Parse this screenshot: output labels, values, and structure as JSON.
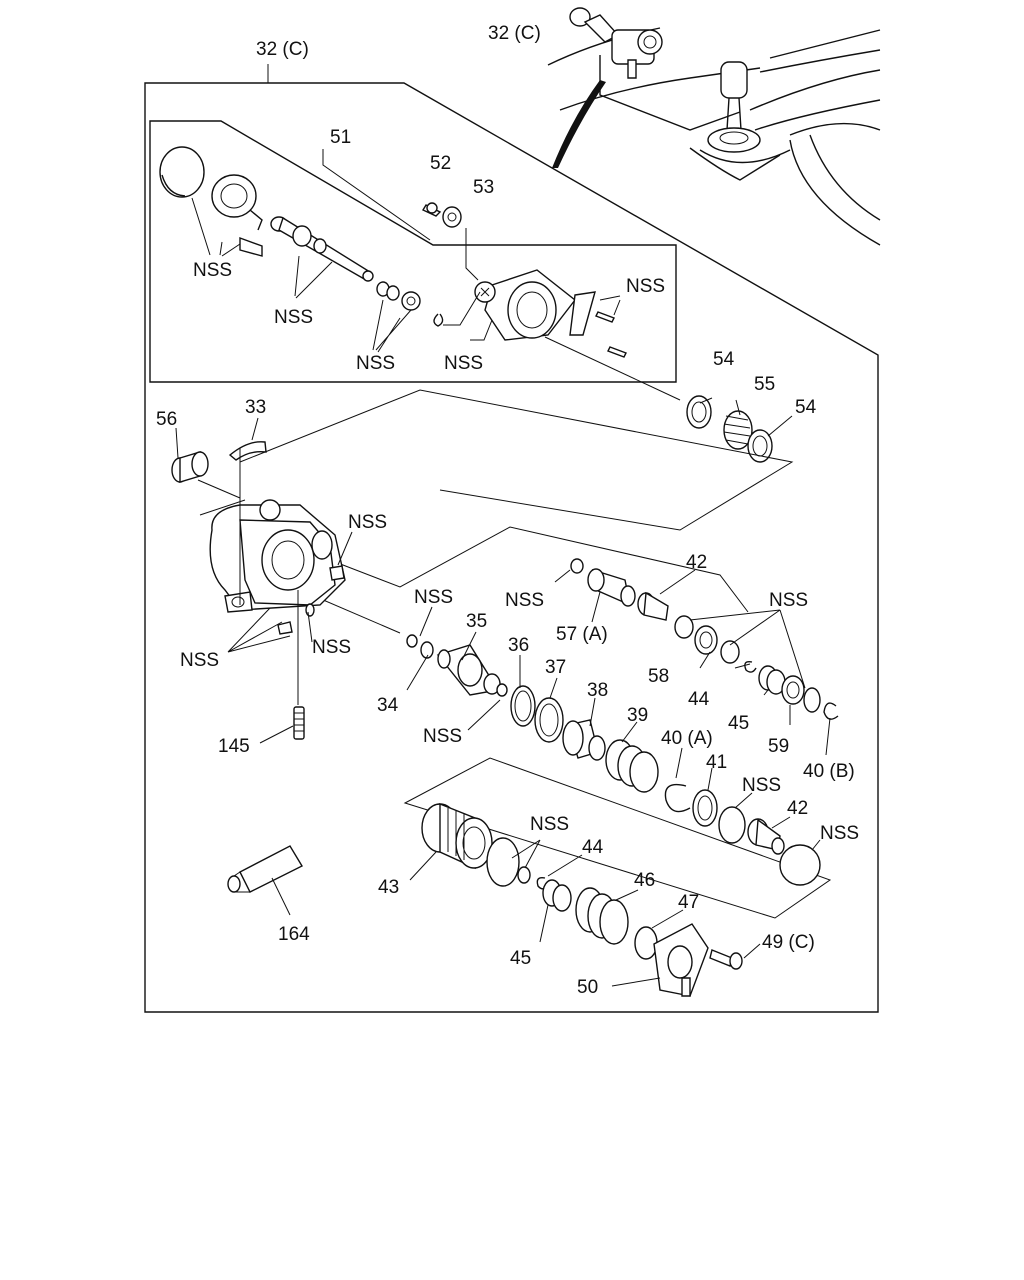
{
  "labels": {
    "l32c_top": "32 (C)",
    "l32c_right": "32 (C)",
    "l51": "51",
    "l52": "52",
    "l53": "53",
    "nss_51_a": "NSS",
    "nss_51_b": "NSS",
    "nss_51_c": "NSS",
    "nss_51_d": "NSS",
    "nss_51_e": "NSS",
    "l54a": "54",
    "l55": "55",
    "l54b": "54",
    "l56": "56",
    "l33": "33",
    "nss_body_a": "NSS",
    "nss_body_b": "NSS",
    "nss_body_c": "NSS",
    "nss_body_d": "NSS",
    "l145": "145",
    "l34": "34",
    "l35": "35",
    "nss_34": "NSS",
    "l36": "36",
    "l37": "37",
    "l38": "38",
    "l39": "39",
    "l40a": "40 (A)",
    "l41": "41",
    "nss_41": "NSS",
    "l42a": "42",
    "l42b": "42",
    "nss_42": "NSS",
    "nss_57": "NSS",
    "l57a": "57 (A)",
    "nss_right": "NSS",
    "l58": "58",
    "l44a": "44",
    "l45a": "45",
    "l59": "59",
    "l40b": "40 (B)",
    "l43": "43",
    "nss_43": "NSS",
    "l44b": "44",
    "l45b": "45",
    "l46": "46",
    "l47": "47",
    "l49c": "49 (C)",
    "l50": "50",
    "l164": "164"
  },
  "icons": {
    "steering_box_overview": "vehicle-steering-gear-icon",
    "power_steering_parts": "exploded-parts-icon"
  }
}
